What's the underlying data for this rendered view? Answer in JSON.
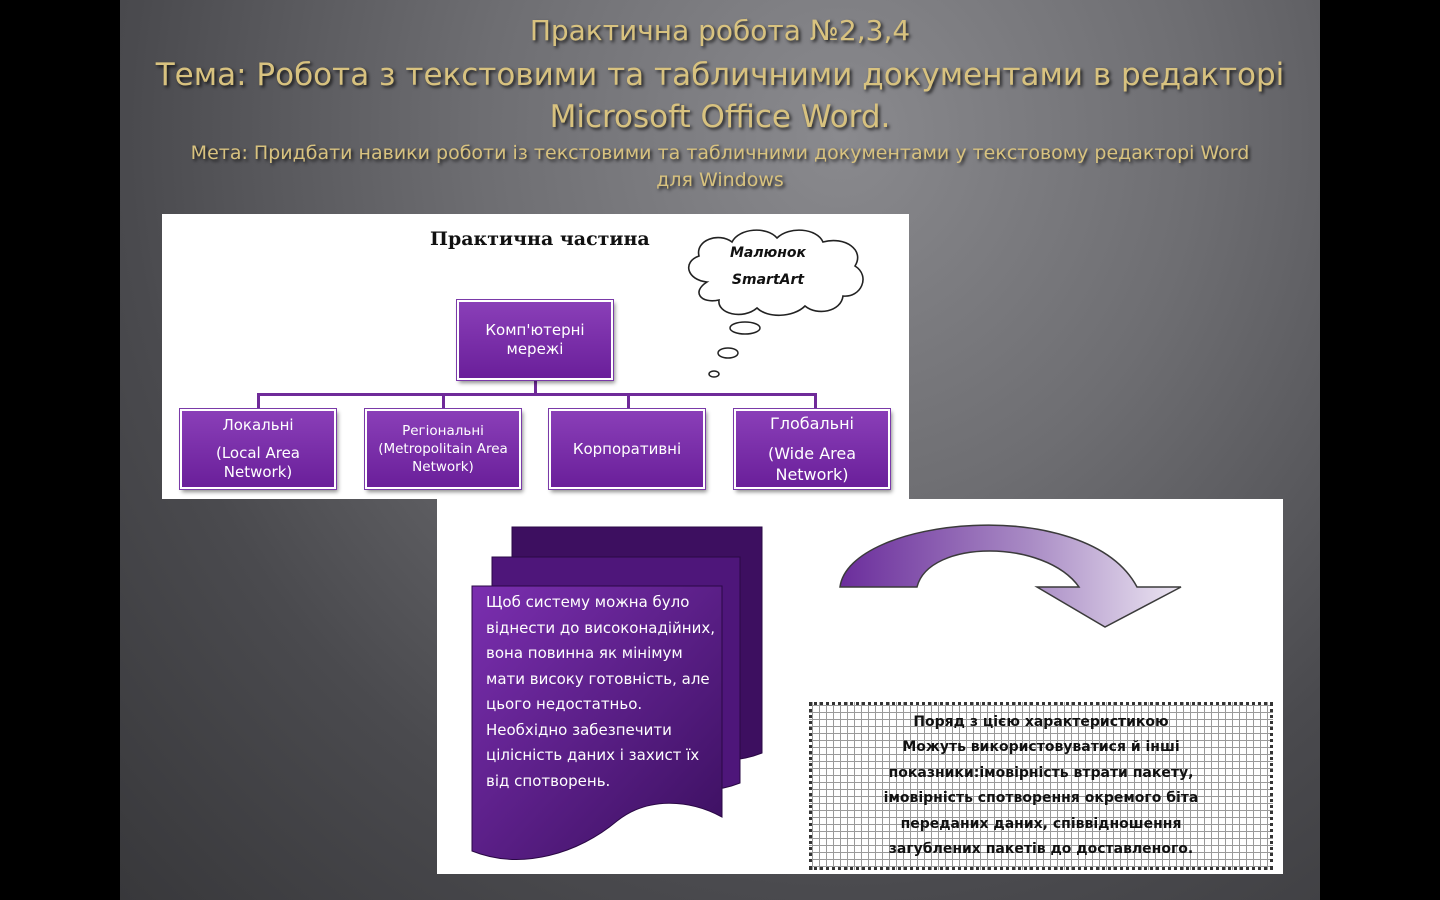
{
  "slide": {
    "title_line1": "Практична робота №2,3,4",
    "title_line2": "Тема: Робота з текстовими та табличними документами в редакторі Microsoft Office Word.",
    "title_line3": "Мета: Придбати навики  роботи із текстовими та табличними документами у текстовому редакторі Word для Windows"
  },
  "smartart": {
    "heading": "Практична частина",
    "cloud_line1": "Малюнок",
    "cloud_line2": "SmartArt",
    "root": "Комп'ютерні мережі",
    "children": [
      {
        "line1": "Локальні",
        "line2": "(Local Area",
        "line3": "Network)"
      },
      {
        "line1": "Регіональні",
        "line2": "(Metropolitain Area",
        "line3": "Network)"
      },
      {
        "line1": "Корпоративні"
      },
      {
        "line1": "Глобальні",
        "line2": "(Wide Area",
        "line3": "Network)"
      }
    ]
  },
  "document_shape": {
    "text": "Щоб систему можна було віднести до високонадійних, вона повинна як мінімум мати високу готовність, але цього недостатньо. Необхідно забезпечити цілісність даних і захист їх від спотворень.",
    "fill_top": "#7b2fb0",
    "fill_bottom": "#3a0f5e"
  },
  "note_box": {
    "lines": [
      "Поряд з цією характеристикою",
      "Можуть використовуватися й інші",
      "показники:імовірність втрати пакету,",
      "імовірність спотворення окремого біта",
      "переданих даних, співвідношення",
      "загублених пакетів до доставленого."
    ]
  },
  "colors": {
    "title": "#d8c27f",
    "accent_purple": "#7a2fa8",
    "slide_bg": "#6e6e72"
  }
}
